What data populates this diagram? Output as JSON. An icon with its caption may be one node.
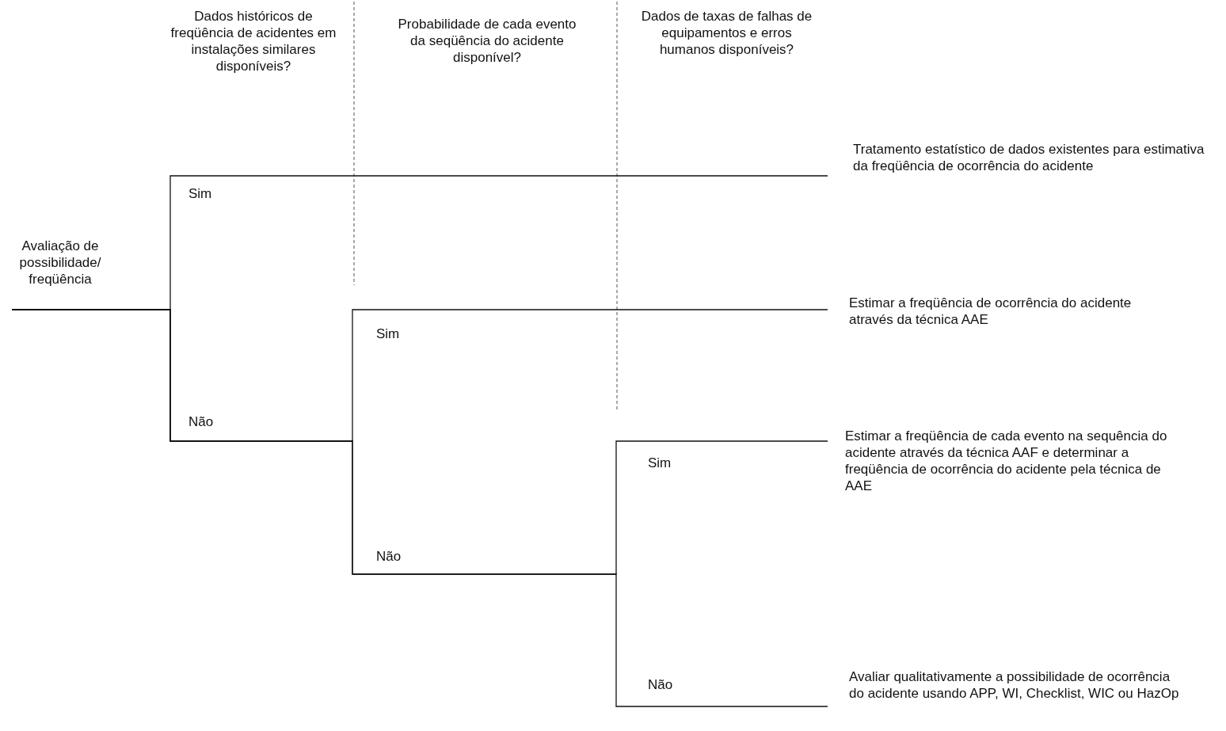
{
  "diagram": {
    "nodes": [
      {
        "text": [
          "Avaliação de possibilidade/ freqüência"
        ]
      },
      {
        "text": [
          "Tratamento estatístico de dados existentes para estimativa da freqüência de ocorrência do acidente"
        ]
      },
      {
        "text": [
          "Estimar a freqüência de ocorrência do acidente através da técnica AAE"
        ]
      },
      {
        "text": [
          "Estimar a freqüência de cada evento na sequência do acidente através da técnica AAF e determinar a freqüência de ocorrência do acidente pela técnica de AAE"
        ]
      },
      {
        "text": [
          "Avaliar qualitativamente a possibilidade de ocorrência do acidente usando APP,  WI, Checklist, WIC ou HazOp"
        ]
      }
    ],
    "edges": [
      {
        "from": 0,
        "to": 1,
        "arrow": "none"
      },
      {
        "from": 0,
        "to": 2,
        "arrow": "none"
      },
      {
        "from": 0,
        "to": 3,
        "arrow": "none"
      },
      {
        "from": 0,
        "to": 4,
        "arrow": "none"
      }
    ],
    "labels": [
      "Dados históricos de freqüência de acidentes em instalações similares disponíveis?",
      "Probabilidade de cada evento da seqüência do acidente disponível?",
      "Dados de taxas de falhas de equipamentos e erros humanos disponíveis?",
      "Sim",
      "Não",
      "Sim",
      "Não",
      "Sim",
      "Não"
    ]
  }
}
